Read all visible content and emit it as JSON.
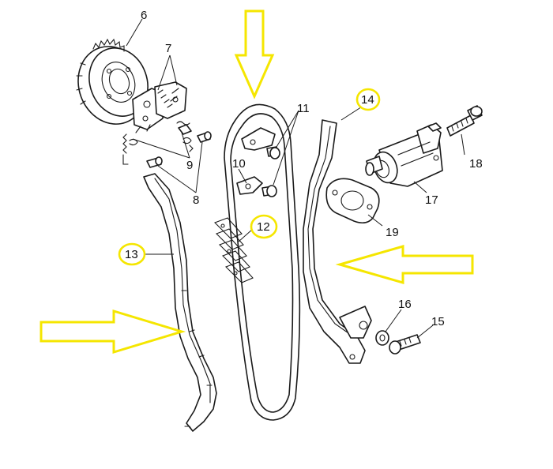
{
  "colors": {
    "line": "#1a1a1a",
    "highlight": "#f5e600",
    "arrow": "#f5e600",
    "background": "#ffffff"
  },
  "labels": {
    "part_6": "6",
    "part_7": "7",
    "part_8": "8",
    "part_9": "9",
    "part_10": "10",
    "part_11": "11",
    "part_12": "12",
    "part_13": "13",
    "part_14": "14",
    "part_15": "15",
    "part_16": "16",
    "part_17": "17",
    "part_18": "18",
    "part_19": "19"
  },
  "highlighted": [
    "12",
    "13",
    "14"
  ],
  "arrows": [
    {
      "name": "arrow-down",
      "direction": "down",
      "points_to": "cam-chain"
    },
    {
      "name": "arrow-left",
      "direction": "left",
      "points_to": "tensioner-guide"
    },
    {
      "name": "arrow-right",
      "direction": "right",
      "points_to": "chain-guide"
    }
  ]
}
